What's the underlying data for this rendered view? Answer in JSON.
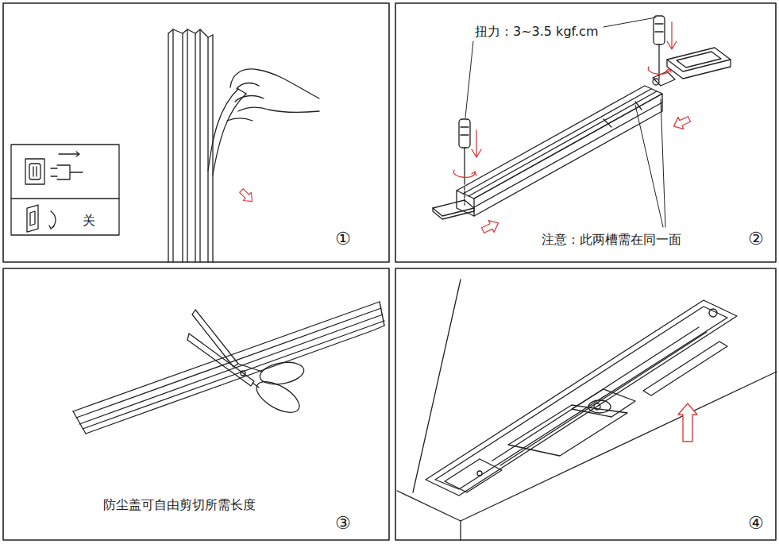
{
  "diagram": {
    "labels": [
      "关",
      "①",
      "扭力：3~3.5 kgf.cm",
      "注意：此两槽需在同一面",
      "②",
      "防尘盖可自由剪切所需长度",
      "③",
      "④"
    ]
  }
}
